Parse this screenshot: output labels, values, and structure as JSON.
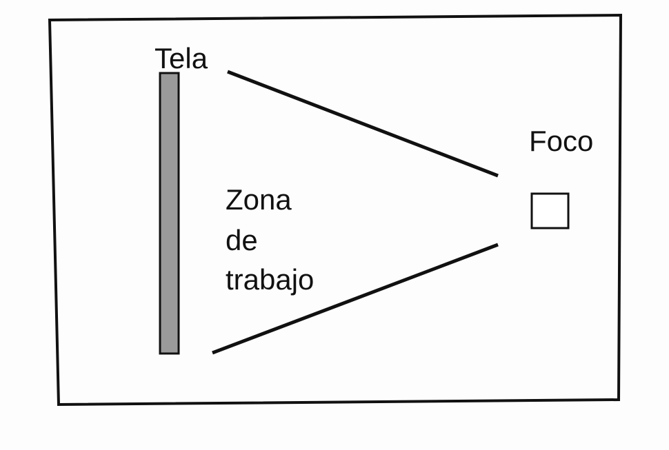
{
  "labels": {
    "screen": "Tela",
    "light": "Foco",
    "zone_line1": "Zona",
    "zone_line2": "de",
    "zone_line3": "trabajo"
  },
  "colors": {
    "stroke": "#111111",
    "screen_fill": "#9a9a9a",
    "background": "#fdfdfd"
  }
}
